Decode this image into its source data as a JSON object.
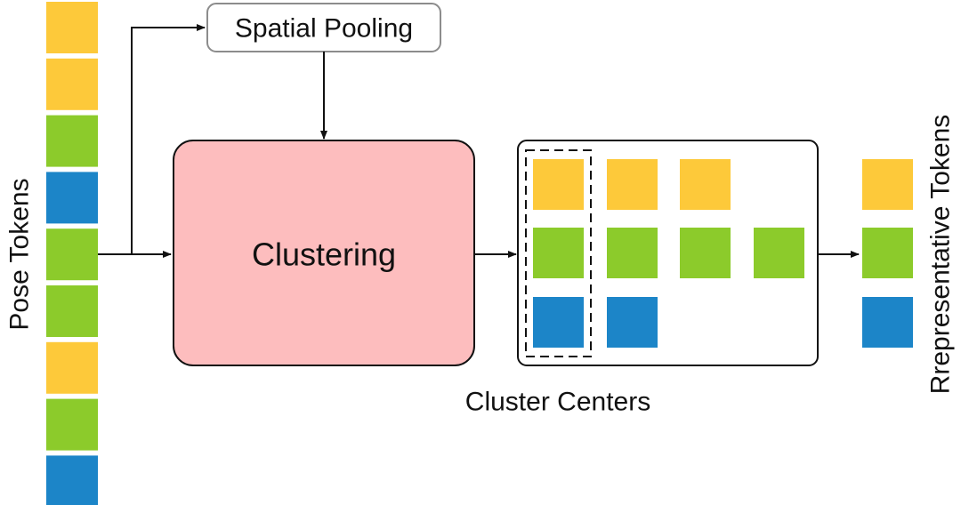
{
  "colors": {
    "yellow": "#FDC93A",
    "green": "#8CCB2B",
    "blue": "#1C85C8",
    "clustering_fill": "#FDBDBE",
    "stroke": "#111111",
    "pooling_border": "#8c8c8c"
  },
  "labels": {
    "pose_tokens": "Pose Tokens",
    "spatial_pooling": "Spatial Pooling",
    "clustering": "Clustering",
    "cluster_centers": "Cluster Centers",
    "representative_tokens": "Rrepresentative Tokens"
  },
  "pose_tokens": [
    "yellow",
    "yellow",
    "green",
    "blue",
    "green",
    "green",
    "yellow",
    "green",
    "blue"
  ],
  "cluster_rows": [
    [
      "yellow",
      "yellow",
      "yellow"
    ],
    [
      "green",
      "green",
      "green",
      "green"
    ],
    [
      "blue",
      "blue"
    ]
  ],
  "representative_tokens": [
    "yellow",
    "green",
    "blue"
  ]
}
